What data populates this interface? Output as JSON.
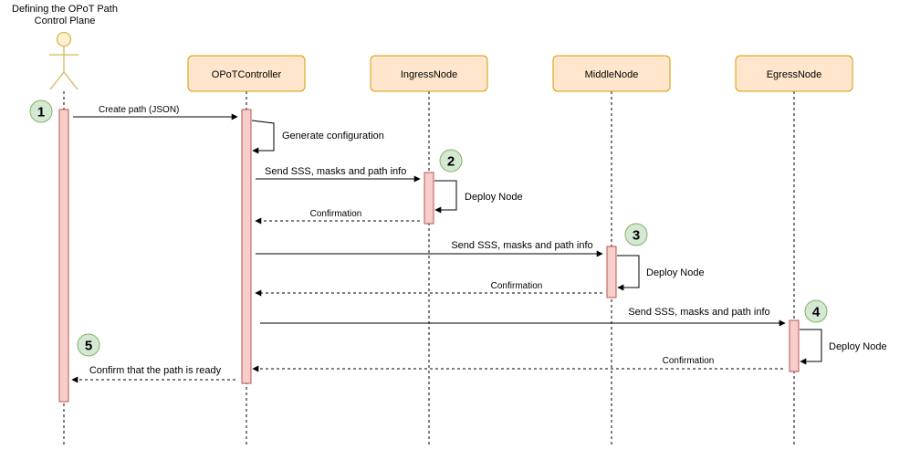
{
  "actor": {
    "title_line1": "Defining the OPoT Path",
    "title_line2": "Control Plane"
  },
  "participants": [
    "OPoTController",
    "IngressNode",
    "MiddleNode",
    "EgressNode"
  ],
  "messages": {
    "create_path": "Create path (JSON)",
    "generate_config": "Generate configuration",
    "send_ingress": "Send SSS, masks and path info",
    "deploy_ingress": "Deploy Node",
    "confirm_ingress": "Confirmation",
    "send_middle": "Send SSS, masks and path info",
    "deploy_middle": "Deploy Node",
    "confirm_middle": "Confirmation",
    "send_egress": "Send SSS, masks and path info",
    "deploy_egress": "Deploy Node",
    "confirm_egress": "Confirmation",
    "path_ready": "Confirm that the path is ready"
  },
  "steps": [
    "1",
    "2",
    "3",
    "4",
    "5"
  ],
  "colors": {
    "node_fill": "#ffe6cc",
    "node_stroke": "#d79b00",
    "activation_fill": "#f8cecc",
    "activation_stroke": "#b85450",
    "step_fill": "#d5e8d4",
    "step_stroke": "#82b366"
  }
}
